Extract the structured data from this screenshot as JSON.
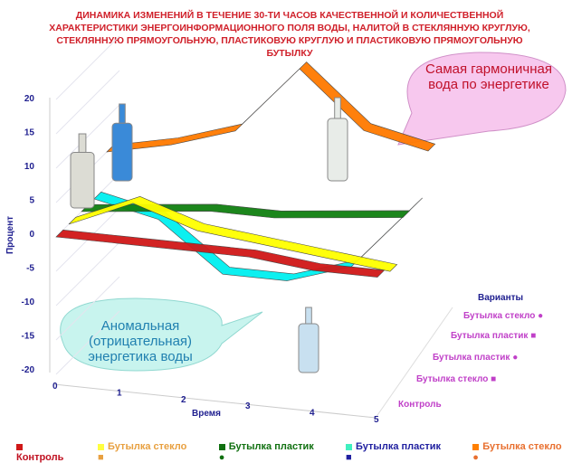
{
  "chart_data": {
    "type": "area",
    "title": "ДИНАМИКА ИЗМЕНЕНИЙ В ТЕЧЕНИЕ 30-ТИ ЧАСОВ КАЧЕСТВЕННОЙ И КОЛИЧЕСТВЕННОЙ ХАРАКТЕРИСТИКИ ЭНЕРГОИНФОРМАЦИОННОГО ПОЛЯ ВОДЫ, НАЛИТОЙ В СТЕКЛЯННУЮ КРУГЛУЮ, СТЕКЛЯННУЮ ПРЯМОУГОЛЬНУЮ, ПЛАСТИКОВУЮ КРУГЛУЮ И ПЛАСТИКОВУЮ ПРЯМОУГОЛЬНУЮ БУТЫЛКУ",
    "xlabel": "Время",
    "ylabel": "Процент",
    "zlabel": "Варианты",
    "x": [
      0,
      1,
      2,
      3,
      4,
      5
    ],
    "ylim": [
      -20,
      20
    ],
    "yticks": [
      "20",
      "15",
      "10",
      "5",
      "0",
      "-5",
      "-10",
      "-15",
      "-20"
    ],
    "xticks": [
      "0",
      "1",
      "2",
      "3",
      "4",
      "5"
    ],
    "series": [
      {
        "name": "Контроль",
        "color": "#d01818",
        "values": [
          0,
          0,
          0,
          0,
          -1,
          -1
        ]
      },
      {
        "name": "Бутылка стекло ■",
        "color": "#ffff00",
        "values": [
          0,
          4,
          1,
          0,
          -1,
          -2
        ]
      },
      {
        "name": "Бутылка пластик ●",
        "color": "#108010",
        "values": [
          0,
          1,
          2,
          2,
          3,
          4
        ]
      },
      {
        "name": "Бутылка пластик ■",
        "color": "#00f0f0",
        "values": [
          0,
          -2,
          -9,
          -9,
          -6,
          4
        ]
      },
      {
        "name": "Бутылка стекло ●",
        "color": "#ff7a00",
        "values": [
          5,
          7,
          10,
          20,
          12,
          10
        ]
      }
    ],
    "legend_position": "bottom"
  },
  "legend": [
    {
      "label": "Контроль",
      "color": "#d01818",
      "text": "#c01020"
    },
    {
      "label": "Бутылка стекло ■",
      "color": "#ffff40",
      "text": "#e8a040"
    },
    {
      "label": "Бутылка пластик ●",
      "color": "#107010",
      "text": "#107010"
    },
    {
      "label": "Бутылка пластик ■",
      "color": "#40f0c0",
      "text": "#2020a0"
    },
    {
      "label": "Бутылка стекло ●",
      "color": "#ff8000",
      "text": "#e87030"
    }
  ],
  "bubbles": {
    "top": "Самая гармоничная вода по энергетике",
    "bottom": "Аномальная (отрицательная) энергетика воды"
  }
}
